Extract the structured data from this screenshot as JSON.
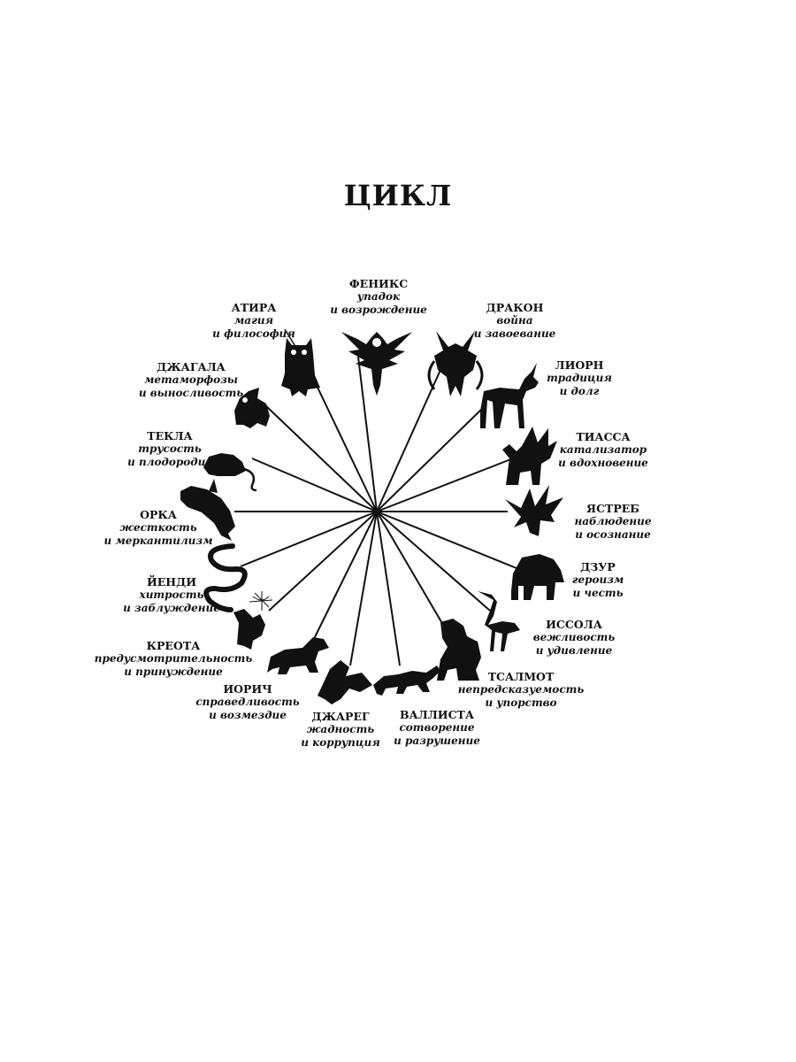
{
  "title": "ЦИКЛ",
  "houses": [
    {
      "id": "phoenix",
      "icon": "phoenix-icon",
      "name": "ФЕНИКС",
      "line1": "упадок",
      "line2": "и возрождение"
    },
    {
      "id": "dragon",
      "icon": "dragon-icon",
      "name": "ДРАКОН",
      "line1": "война",
      "line2": "и завоевание"
    },
    {
      "id": "lyorn",
      "icon": "unicorn-icon",
      "name": "ЛИОРН",
      "line1": "традиция",
      "line2": "и долг"
    },
    {
      "id": "tiassa",
      "icon": "winged-cat-icon",
      "name": "ТИАССА",
      "line1": "катализатор",
      "line2": "и вдохновение"
    },
    {
      "id": "hawk",
      "icon": "hawk-icon",
      "name": "ЯСТРЕБ",
      "line1": "наблюдение",
      "line2": "и осознание"
    },
    {
      "id": "dzur",
      "icon": "panther-icon",
      "name": "ДЗУР",
      "line1": "героизм",
      "line2": "и честь"
    },
    {
      "id": "issola",
      "icon": "heron-icon",
      "name": "ИССОЛА",
      "line1": "вежливость",
      "line2": "и удивление"
    },
    {
      "id": "tsalmoth",
      "icon": "bear-icon",
      "name": "ТСАЛМОТ",
      "line1": "непредсказуемость",
      "line2": "и упорство"
    },
    {
      "id": "vallista",
      "icon": "lizard-icon",
      "name": "ВАЛЛИСТА",
      "line1": "сотворение",
      "line2": "и разрушение"
    },
    {
      "id": "jhereg",
      "icon": "jhereg-icon",
      "name": "ДЖАРЕГ",
      "line1": "жадность",
      "line2": "и коррупция"
    },
    {
      "id": "orca-j",
      "icon": "badger-icon",
      "name": "ИОРИЧ",
      "line1": "справедливость",
      "line2": "и возмездие"
    },
    {
      "id": "chreotha",
      "icon": "spider-web-icon",
      "name": "КРЕОТА",
      "line1": "предусмотрительность",
      "line2": "и принуждение"
    },
    {
      "id": "yendi",
      "icon": "snake-icon",
      "name": "ЙЕНДИ",
      "line1": "хитрость",
      "line2": "и заблуждение"
    },
    {
      "id": "orca",
      "icon": "orca-icon",
      "name": "ОРКА",
      "line1": "жесткость",
      "line2": "и меркантилизм"
    },
    {
      "id": "teckla",
      "icon": "mouse-icon",
      "name": "ТЕКЛА",
      "line1": "трусость",
      "line2": "и плодородие"
    },
    {
      "id": "jhegaala",
      "icon": "frog-icon",
      "name": "ДЖАГАЛА",
      "line1": "метаморфозы",
      "line2": "и выносливость"
    },
    {
      "id": "athyra",
      "icon": "owl-icon",
      "name": "АТИРА",
      "line1": "магия",
      "line2": "и философия"
    }
  ]
}
